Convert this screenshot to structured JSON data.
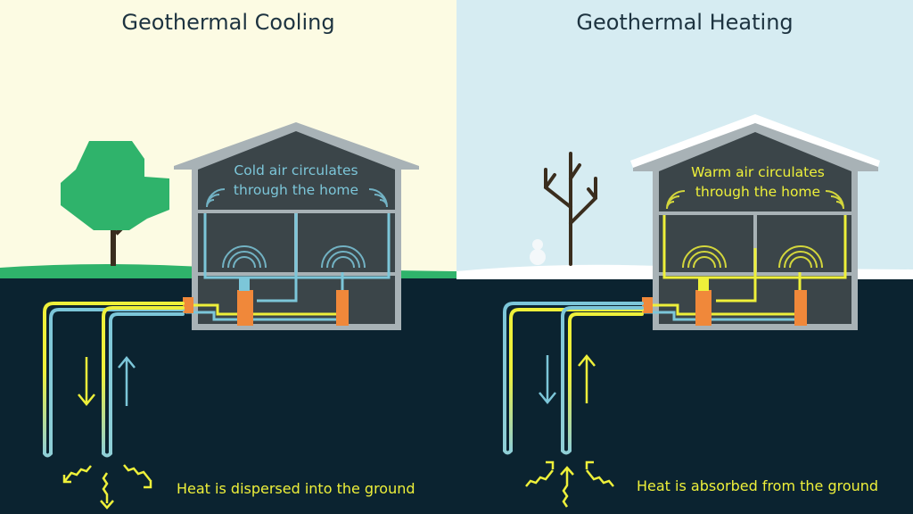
{
  "panels": [
    {
      "title": "Geothermal Cooling",
      "house_text_line1": "Cold air circulates",
      "house_text_line2": "through the home",
      "caption": "Heat is dispersed into the ground",
      "season": "summer",
      "air_color": "#7cc6d9"
    },
    {
      "title": "Geothermal Heating",
      "house_text_line1": "Warm air circulates",
      "house_text_line2": "through the home",
      "caption": "Heat is absorbed from the ground",
      "season": "winter",
      "air_color": "#eef03a"
    }
  ],
  "colors": {
    "cooling_sky": "#fcfbe3",
    "heating_sky": "#d6ecf2",
    "ground": "#0b2330",
    "house_frame": "#a8b2b6",
    "house_interior": "#3b4549",
    "cold_pipe": "#7cc6d9",
    "warm_pipe": "#eef03a",
    "unit": "#f0883a",
    "grass": "#2fb36b",
    "snow": "#ffffff"
  }
}
